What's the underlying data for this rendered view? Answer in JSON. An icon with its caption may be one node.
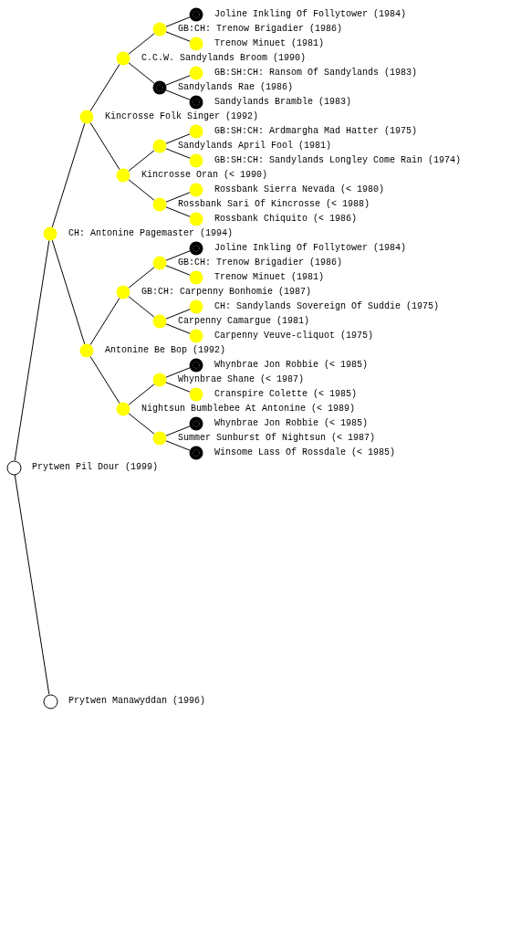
{
  "diagram": {
    "nodes": [
      {
        "text": [
          "Joline Inkling Of Follytower (1984)"
        ]
      },
      {
        "text": [
          "GB:CH: Trenow Brigadier (1986)"
        ]
      },
      {
        "text": [
          "Trenow Minuet (1981)"
        ]
      },
      {
        "text": [
          "C.C.W. Sandylands Broom (1990)"
        ]
      },
      {
        "text": [
          "GB:SH:CH: Ransom Of Sandylands (1983)"
        ]
      },
      {
        "text": [
          "Sandylands Rae (1986)"
        ]
      },
      {
        "text": [
          "Sandylands Bramble (1983)"
        ]
      },
      {
        "text": [
          "Kincrosse Folk Singer (1992)"
        ]
      },
      {
        "text": [
          "GB:SH:CH: Ardmargha Mad Hatter (1975)"
        ]
      },
      {
        "text": [
          "Sandylands April Fool (1981)"
        ]
      },
      {
        "text": [
          "GB:SH:CH: Sandylands Longley Come Rain (1974)"
        ]
      },
      {
        "text": [
          "Kincrosse Oran (< 1990)"
        ]
      },
      {
        "text": [
          "Rossbank Sierra Nevada (< 1980)"
        ]
      },
      {
        "text": [
          "Rossbank Sari Of Kincrosse (< 1988)"
        ]
      },
      {
        "text": [
          "Rossbank Chiquito (< 1986)"
        ]
      },
      {
        "text": [
          "CH: Antonine Pagemaster (1994)"
        ]
      },
      {
        "text": [
          "Joline Inkling Of Follytower (1984)"
        ]
      },
      {
        "text": [
          "GB:CH: Trenow Brigadier (1986)"
        ]
      },
      {
        "text": [
          "Trenow Minuet (1981)"
        ]
      },
      {
        "text": [
          "GB:CH: Carpenny Bonhomie (1987)"
        ]
      },
      {
        "text": [
          "CH: Sandylands Sovereign Of Suddie (1975)"
        ]
      },
      {
        "text": [
          "Carpenny Camargue (1981)"
        ]
      },
      {
        "text": [
          "Carpenny Veuve-cliquot (1975)"
        ]
      },
      {
        "text": [
          "Antonine Be Bop (1992)"
        ]
      },
      {
        "text": [
          "Whynbrae Jon Robbie (< 1985)"
        ]
      },
      {
        "text": [
          "Whynbrae Shane (< 1987)"
        ]
      },
      {
        "text": [
          "Cranspire Colette (< 1985)"
        ]
      },
      {
        "text": [
          "Nightsun Bumblebee At Antonine (< 1989)"
        ]
      },
      {
        "text": [
          "Whynbrae Jon Robbie (< 1985)"
        ]
      },
      {
        "text": [
          "Summer Sunburst Of Nightsun (< 1987)"
        ]
      },
      {
        "text": [
          "Winsome Lass Of Rossdale (< 1985)"
        ]
      },
      {
        "text": [
          "Prytwen Pil Dour (1999)"
        ]
      },
      {
        "text": [
          "Prytwen Manawyddan (1996)"
        ]
      }
    ],
    "edges": [
      {
        "from": 31,
        "to": 15,
        "arrow": "none"
      },
      {
        "from": 31,
        "to": 32,
        "arrow": "none"
      },
      {
        "from": 15,
        "to": 7,
        "arrow": "none"
      },
      {
        "from": 15,
        "to": 23,
        "arrow": "none"
      },
      {
        "from": 7,
        "to": 3,
        "arrow": "none"
      },
      {
        "from": 7,
        "to": 11,
        "arrow": "none"
      },
      {
        "from": 23,
        "to": 19,
        "arrow": "none"
      },
      {
        "from": 23,
        "to": 27,
        "arrow": "none"
      },
      {
        "from": 3,
        "to": 1,
        "arrow": "none"
      },
      {
        "from": 3,
        "to": 5,
        "arrow": "none"
      },
      {
        "from": 11,
        "to": 9,
        "arrow": "none"
      },
      {
        "from": 11,
        "to": 13,
        "arrow": "none"
      },
      {
        "from": 19,
        "to": 17,
        "arrow": "none"
      },
      {
        "from": 19,
        "to": 21,
        "arrow": "none"
      },
      {
        "from": 27,
        "to": 25,
        "arrow": "none"
      },
      {
        "from": 27,
        "to": 29,
        "arrow": "none"
      },
      {
        "from": 1,
        "to": 0,
        "arrow": "none"
      },
      {
        "from": 1,
        "to": 2,
        "arrow": "none"
      },
      {
        "from": 5,
        "to": 4,
        "arrow": "none"
      },
      {
        "from": 5,
        "to": 6,
        "arrow": "none"
      },
      {
        "from": 9,
        "to": 8,
        "arrow": "none"
      },
      {
        "from": 9,
        "to": 10,
        "arrow": "none"
      },
      {
        "from": 13,
        "to": 12,
        "arrow": "none"
      },
      {
        "from": 13,
        "to": 14,
        "arrow": "none"
      },
      {
        "from": 17,
        "to": 16,
        "arrow": "none"
      },
      {
        "from": 17,
        "to": 18,
        "arrow": "none"
      },
      {
        "from": 21,
        "to": 20,
        "arrow": "none"
      },
      {
        "from": 21,
        "to": 22,
        "arrow": "none"
      },
      {
        "from": 25,
        "to": 24,
        "arrow": "none"
      },
      {
        "from": 25,
        "to": 26,
        "arrow": "none"
      },
      {
        "from": 29,
        "to": 28,
        "arrow": "none"
      },
      {
        "from": 29,
        "to": 30,
        "arrow": "none"
      }
    ]
  }
}
